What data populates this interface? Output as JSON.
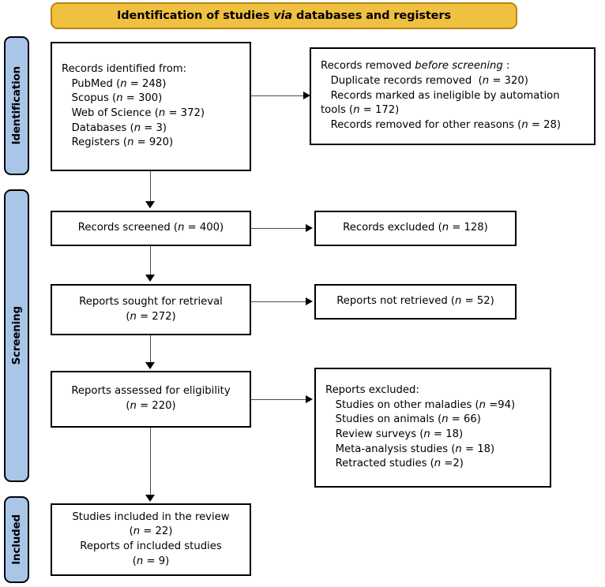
{
  "banner": {
    "prefix": "Identification of studies ",
    "emphasis": "via",
    "suffix": " databases and registers"
  },
  "stages": {
    "identification": "Identification",
    "screening": "Screening",
    "included": "Included"
  },
  "boxes": {
    "identified": "Records identified from:\n   PubMed (n = 248)\n   Scopus (n = 300)\n   Web of Science (n = 372)\n   Databases (n = 3)\n   Registers (n = 920)",
    "removed_before_screening": "Records removed before screening :\n   Duplicate records removed  (n = 320)\n   Records marked as ineligible by automation\ntools (n = 172)\n   Records removed for other reasons (n = 28)",
    "screened": "Records screened (n = 400)",
    "excluded_records": "Records excluded (n = 128)",
    "sought": "Reports sought for retrieval\n(n = 272)",
    "not_retrieved": "Reports not retrieved (n = 52)",
    "assessed": "Reports assessed for eligibility\n(n = 220)",
    "excluded_reports": "Reports excluded:\n   Studies on other maladies (n =94)\n   Studies on animals (n = 66)\n   Review surveys (n = 18)\n   Meta-analysis studies (n = 18)\n   Retracted studies (n =2)",
    "included": "Studies included in the review\n(n = 22)\nReports of included studies\n(n = 9)"
  },
  "chart_data": {
    "type": "diagram",
    "title": "Identification of studies via databases and registers",
    "diagram_kind": "PRISMA 2020 flow diagram",
    "stages": [
      "Identification",
      "Screening",
      "Included"
    ],
    "nodes": [
      {
        "id": "identified",
        "stage": "Identification",
        "column": "left",
        "label": "Records identified from",
        "sources": [
          {
            "name": "PubMed",
            "n": 248
          },
          {
            "name": "Scopus",
            "n": 300
          },
          {
            "name": "Web of Science",
            "n": 372
          },
          {
            "name": "Databases",
            "n": 3
          },
          {
            "name": "Registers",
            "n": 920
          }
        ]
      },
      {
        "id": "removed_before_screening",
        "stage": "Identification",
        "column": "right",
        "label": "Records removed before screening",
        "reasons": [
          {
            "name": "Duplicate records removed",
            "n": 320
          },
          {
            "name": "Records marked as ineligible by automation tools",
            "n": 172
          },
          {
            "name": "Records removed for other reasons",
            "n": 28
          }
        ]
      },
      {
        "id": "screened",
        "stage": "Screening",
        "column": "left",
        "label": "Records screened",
        "n": 400
      },
      {
        "id": "excluded_records",
        "stage": "Screening",
        "column": "right",
        "label": "Records excluded",
        "n": 128
      },
      {
        "id": "sought",
        "stage": "Screening",
        "column": "left",
        "label": "Reports sought for retrieval",
        "n": 272
      },
      {
        "id": "not_retrieved",
        "stage": "Screening",
        "column": "right",
        "label": "Reports not retrieved",
        "n": 52
      },
      {
        "id": "assessed",
        "stage": "Screening",
        "column": "left",
        "label": "Reports assessed for eligibility",
        "n": 220
      },
      {
        "id": "excluded_reports",
        "stage": "Screening",
        "column": "right",
        "label": "Reports excluded",
        "reasons": [
          {
            "name": "Studies on other maladies",
            "n": 94
          },
          {
            "name": "Studies on animals",
            "n": 66
          },
          {
            "name": "Review surveys",
            "n": 18
          },
          {
            "name": "Meta-analysis studies",
            "n": 18
          },
          {
            "name": "Retracted studies",
            "n": 2
          }
        ]
      },
      {
        "id": "included",
        "stage": "Included",
        "column": "left",
        "label": "Studies included in the review",
        "n": 22,
        "reports_of_included_studies": 9
      }
    ],
    "edges": [
      {
        "from": "identified",
        "to": "removed_before_screening",
        "direction": "right"
      },
      {
        "from": "identified",
        "to": "screened",
        "direction": "down"
      },
      {
        "from": "screened",
        "to": "excluded_records",
        "direction": "right"
      },
      {
        "from": "screened",
        "to": "sought",
        "direction": "down"
      },
      {
        "from": "sought",
        "to": "not_retrieved",
        "direction": "right"
      },
      {
        "from": "sought",
        "to": "assessed",
        "direction": "down"
      },
      {
        "from": "assessed",
        "to": "excluded_reports",
        "direction": "right"
      },
      {
        "from": "assessed",
        "to": "included",
        "direction": "down"
      }
    ],
    "colors": {
      "banner_fill": "#f0c040",
      "banner_border": "#b8860b",
      "stage_fill": "#a9c5e8",
      "box_fill": "#ffffff",
      "box_border": "#000000",
      "connector": "#4d4d4d"
    }
  }
}
